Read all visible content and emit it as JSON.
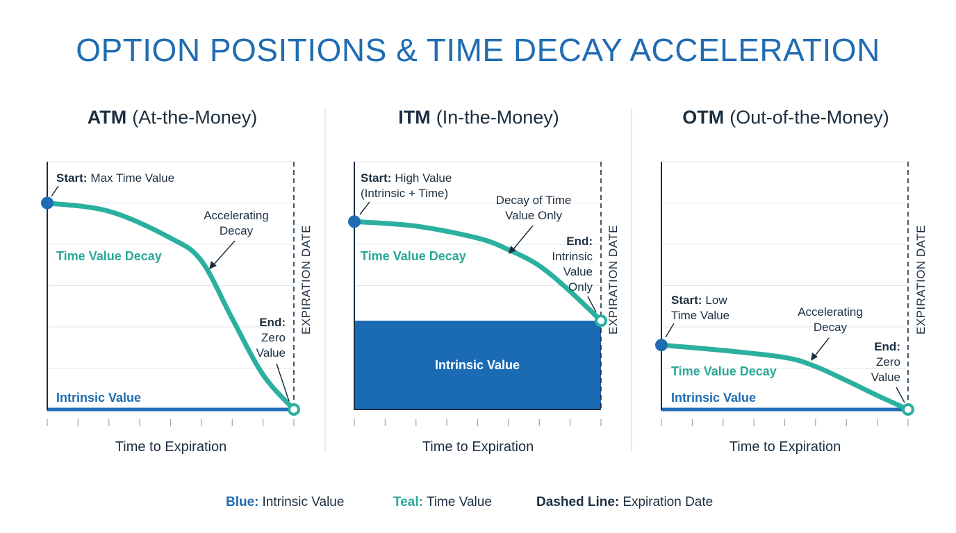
{
  "title": "OPTION POSITIONS & TIME DECAY ACCELERATION",
  "colors": {
    "blue": "#1f6cb3",
    "teal": "#2bb0a0",
    "dark": "#1b2e40"
  },
  "panels": [
    {
      "abbr": "ATM",
      "full": "(At-the-Money)",
      "start_bold": "Start:",
      "start_text": "Max Time Value",
      "mid_label": [
        "Accelerating",
        "Decay"
      ],
      "decay_label": "Time Value Decay",
      "intrinsic_label": "Intrinsic Value",
      "end_bold": "End:",
      "end_text": [
        "Zero",
        "Value"
      ],
      "exp_label": "EXPIRATION DATE",
      "xlabel": "Time to Expiration"
    },
    {
      "abbr": "ITM",
      "full": "(In-the-Money)",
      "start_bold": "Start:",
      "start_text": "High Value",
      "start_text2": "(Intrinsic + Time)",
      "mid_label": [
        "Decay of Time",
        "Value Only"
      ],
      "decay_label": "Time Value Decay",
      "intrinsic_label": "Intrinsic Value",
      "end_bold": "End:",
      "end_text": [
        "Intrinsic",
        "Value",
        "Only"
      ],
      "exp_label": "EXPIRATION DATE",
      "xlabel": "Time to Expiration"
    },
    {
      "abbr": "OTM",
      "full": "(Out-of-the-Money)",
      "start_bold": "Start:",
      "start_text": "Low",
      "start_text2": "Time Value",
      "mid_label": [
        "Accelerating",
        "Decay"
      ],
      "decay_label": "Time Value Decay",
      "intrinsic_label": "Intrinsic Value",
      "end_bold": "End:",
      "end_text": [
        "Zero",
        "Value"
      ],
      "exp_label": "EXPIRATION DATE",
      "xlabel": "Time to Expiration"
    }
  ],
  "legend": [
    {
      "key": "Blue:",
      "text": "Intrinsic Value"
    },
    {
      "key": "Teal:",
      "text": "Time Value"
    },
    {
      "key": "Dashed Line:",
      "text": "Expiration Date"
    }
  ],
  "chart_data": [
    {
      "type": "line",
      "name": "ATM",
      "xlim": [
        0,
        8
      ],
      "ylim": [
        0,
        6
      ],
      "grid": true,
      "x": [
        0,
        2,
        4,
        5,
        6,
        7,
        8
      ],
      "time_value": [
        5.0,
        4.8,
        4.15,
        3.6,
        2.2,
        0.84,
        0
      ],
      "intrinsic": 0
    },
    {
      "type": "line",
      "name": "ITM",
      "xlim": [
        0,
        8
      ],
      "ylim": [
        0,
        6
      ],
      "grid": true,
      "x": [
        0,
        2,
        4,
        5,
        6,
        7,
        8
      ],
      "time_value": [
        4.55,
        4.44,
        4.15,
        3.87,
        3.48,
        2.86,
        2.15
      ],
      "intrinsic": 2.15
    },
    {
      "type": "line",
      "name": "OTM",
      "xlim": [
        0,
        8
      ],
      "ylim": [
        0,
        6
      ],
      "grid": true,
      "x": [
        0,
        2,
        4,
        5,
        6,
        7,
        8
      ],
      "time_value": [
        1.56,
        1.43,
        1.26,
        1.04,
        0.7,
        0.34,
        0
      ],
      "intrinsic": 0
    }
  ]
}
